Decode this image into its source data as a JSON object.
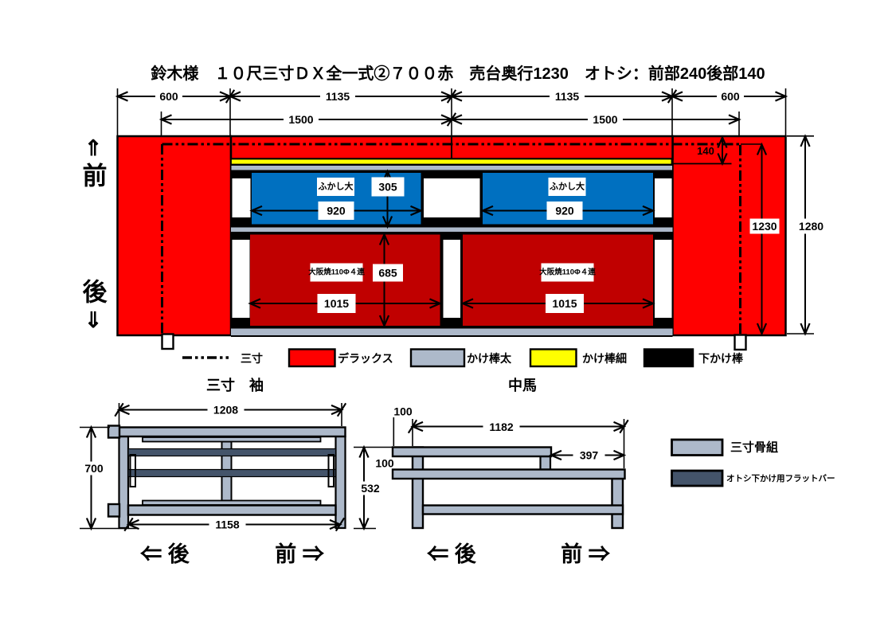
{
  "title": "鈴木様　１０尺三寸ＤＸ全一式②７００赤　売台奥行1230　オトシ：前部240後部140",
  "colors": {
    "deluxe_red": "#FF0000",
    "osakayaki_dark_red": "#C00000",
    "fukashi_blue": "#0070C0",
    "frame_gray": "#ADB9CA",
    "kakebou_thin_yellow": "#FFFF00",
    "shitakake_black": "#000000",
    "flat_bar_dark": "#44546A"
  },
  "plan": {
    "front_arrow": "⇑",
    "front_label": "前",
    "back_label": "後",
    "back_arrow": "⇓",
    "dims": {
      "d600": "600",
      "d1135": "1135",
      "d1500": "1500",
      "d140": "140",
      "d1230": "1230",
      "d1280": "1280",
      "d920": "920",
      "d305": "305",
      "d685": "685",
      "d1015": "1015"
    },
    "units": {
      "fukashi": "ふかし大",
      "osakayaki": "大阪焼110Φ４連"
    }
  },
  "legend": {
    "items": [
      {
        "swatch": "dash-dot-line",
        "label": "三寸"
      },
      {
        "swatch": "red",
        "label": "デラックス"
      },
      {
        "swatch": "gray",
        "label": "かけ棒太"
      },
      {
        "swatch": "yellow",
        "label": "かけ棒細"
      },
      {
        "swatch": "black",
        "label": "下かけ棒"
      }
    ]
  },
  "sections": {
    "sode": "三寸　袖",
    "chuma": "中馬"
  },
  "sode": {
    "d1208": "1208",
    "d700": "700",
    "d1158": "1158"
  },
  "chuma": {
    "d100a": "100",
    "d1182": "1182",
    "d100b": "100",
    "d397": "397",
    "d532": "532"
  },
  "views": {
    "back_arrow_label": "⇐ 後",
    "front_arrow_label": "前 ⇒"
  },
  "legend2": {
    "items": [
      {
        "swatch": "gray",
        "label": "三寸骨組"
      },
      {
        "swatch": "dark",
        "label": "オトシ下かけ用フラットバー"
      }
    ]
  }
}
